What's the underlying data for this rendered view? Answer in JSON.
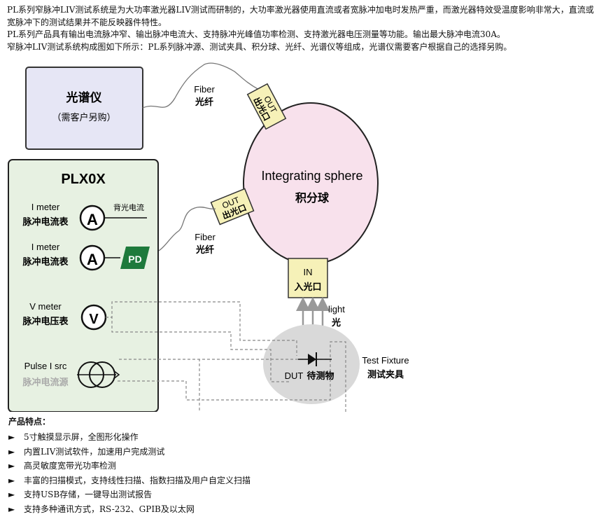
{
  "intro": {
    "p1": "PL系列窄脉冲LIV测试系统是为大功率激光器LIV测试而研制的，大功率激光器使用直流或者宽脉冲加电时发热严重，而激光器特效受温度影响非常大，直流或宽脉冲下的测试结果并不能反映器件特性。",
    "p2": "PL系列产品具有输出电流脉冲窄、输出脉冲电流大、支持脉冲光峰值功率检测、支持激光器电压测量等功能。输出最大脉冲电流30A。",
    "p3": "窄脉冲LIV测试系统构成图如下所示：PL系列脉冲源、测试夹具、积分球、光纤、光谱仪等组成，光谱仪需要客户根据自己的选择另购。"
  },
  "diagram": {
    "spectrometer_title": "光谱仪",
    "spectrometer_note": "（需客户另购）",
    "fiber_top_en": "Fiber",
    "fiber_top_cn": "光纤",
    "out_top_en": "OUT",
    "out_top_cn": "出光口",
    "sphere_en": "Integrating sphere",
    "sphere_cn": "积分球",
    "out_left_en": "OUT",
    "out_left_cn": "出光口",
    "fiber_mid_en": "Fiber",
    "fiber_mid_cn": "光纤",
    "in_en": "IN",
    "in_cn": "入光口",
    "light_en": "light",
    "light_cn": "光",
    "plx_title": "PLX0X",
    "imeter1_en": "I meter",
    "imeter1_cn": "脉冲电流表",
    "backlight_label": "背光电流",
    "imeter2_en": "I meter",
    "imeter2_cn": "脉冲电流表",
    "pd_label": "PD",
    "vmeter_en": "V meter",
    "vmeter_cn": "脉冲电压表",
    "pulse_en": "Pulse I src",
    "pulse_cn": "脉冲电流源",
    "ammeter_symbol": "A",
    "voltmeter_symbol": "V",
    "dut_en": "DUT",
    "dut_cn": "待测物",
    "fixture_en": "Test Fixture",
    "fixture_cn": "测试夹具",
    "colors": {
      "spectrometer_fill": "#e6e6f5",
      "sphere_fill": "#f8e1ec",
      "port_fill": "#f6f1b8",
      "pd_fill": "#1e7a3c",
      "fixture_fill": "#d9d9d9"
    }
  },
  "features": {
    "title": "产品特点：",
    "bullet": "►",
    "items": [
      "5寸触摸显示屏，全图形化操作",
      "内置LIV测试软件，加速用户完成测试",
      "高灵敏度宽带光功率检测",
      "丰富的扫描模式，支持线性扫描、指数扫描及用户自定义扫描",
      "支持USB存储，一键导出测试报告",
      "支持多种通讯方式，RS-232、GPIB及以太网"
    ]
  }
}
